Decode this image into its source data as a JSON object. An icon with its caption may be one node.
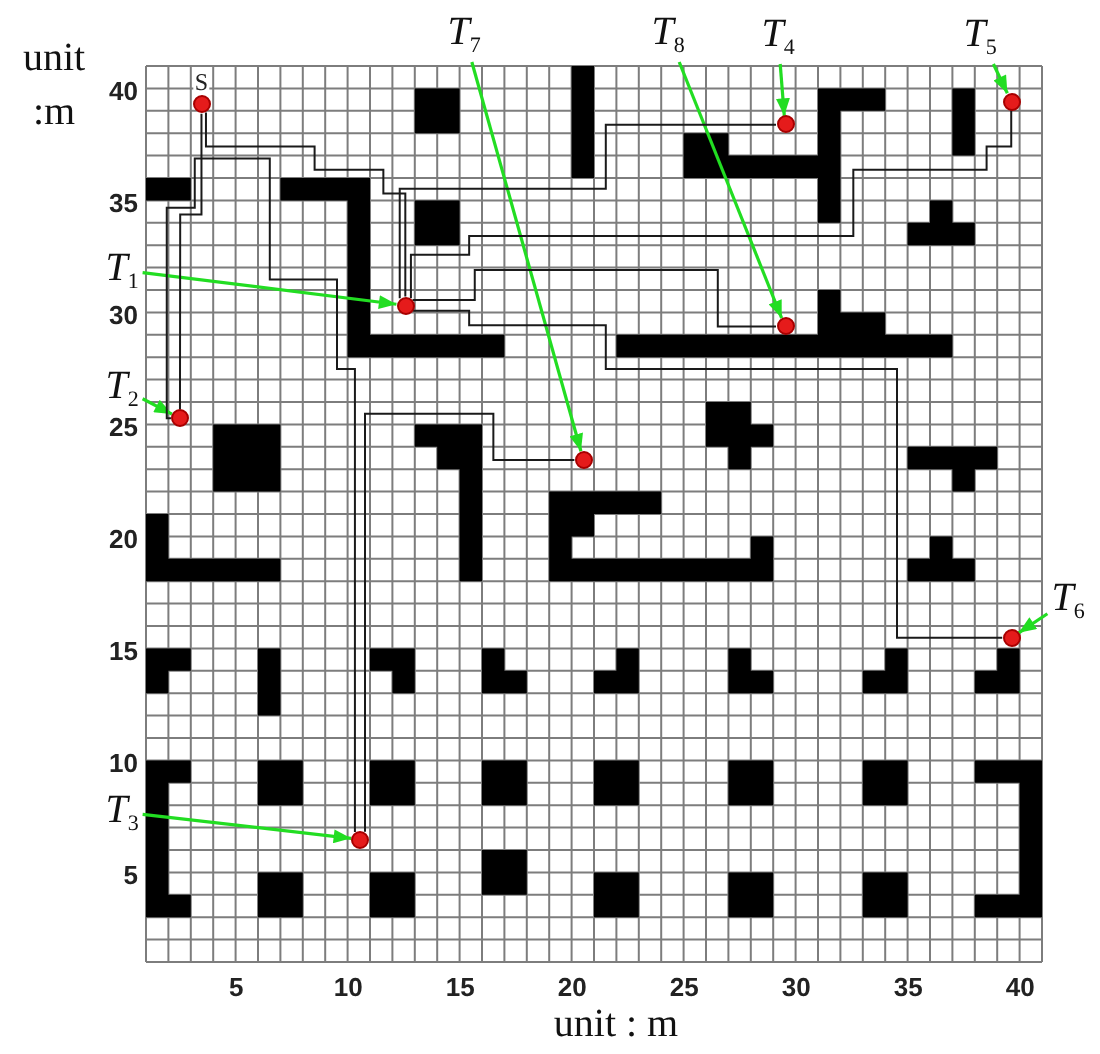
{
  "diagram": {
    "nodes": [
      {
        "text": [
          "T$_{7}$"
        ]
      },
      {
        "text": [
          "T$_{8}$"
        ]
      },
      {
        "text": [
          "T$_{4}$"
        ]
      },
      {
        "text": [
          "T$_{5}$"
        ]
      },
      {
        "text": [],
        "shape": "circle",
        "beside": [
          "S"
        ]
      },
      {
        "text": [],
        "shape": "circle"
      },
      {
        "text": [],
        "shape": "circle"
      },
      {
        "text": [
          "T$_{1}$"
        ]
      },
      {
        "text": [],
        "shape": "circle"
      },
      {
        "text": [],
        "shape": "circle"
      },
      {
        "text": [
          "T$_{2}$"
        ]
      },
      {
        "text": [],
        "shape": "circle"
      },
      {
        "text": [],
        "shape": "circle"
      },
      {
        "text": [
          "T$_{6}$"
        ]
      },
      {
        "text": [],
        "shape": "circle"
      },
      {
        "text": [
          "T$_{3}$"
        ]
      },
      {
        "text": [],
        "shape": "circle"
      }
    ],
    "edges": [
      {
        "from": 0,
        "to": 12,
        "arrow": "to",
        "color": "#22dd22"
      },
      {
        "from": 1,
        "to": 9,
        "arrow": "to",
        "color": "#22dd22"
      },
      {
        "from": 2,
        "to": 6,
        "arrow": "to",
        "color": "#22dd22"
      },
      {
        "from": 3,
        "to": 5,
        "arrow": "to",
        "color": "#22dd22"
      },
      {
        "from": 7,
        "to": 8,
        "arrow": "to",
        "color": "#22dd22"
      },
      {
        "from": 10,
        "to": 11,
        "arrow": "to",
        "color": "#22dd22"
      },
      {
        "from": 13,
        "to": 14,
        "arrow": "to",
        "color": "#22dd22"
      },
      {
        "from": 15,
        "to": 16,
        "arrow": "to",
        "color": "#22dd22"
      },
      {
        "from": 4,
        "to": 11,
        "arrow": "none",
        "color": "#1a1a1a"
      },
      {
        "from": 4,
        "to": 8,
        "arrow": "none",
        "color": "#1a1a1a"
      },
      {
        "from": 11,
        "to": 16,
        "arrow": "none",
        "color": "#1a1a1a"
      },
      {
        "from": 16,
        "to": 12,
        "arrow": "none",
        "color": "#1a1a1a"
      },
      {
        "from": 8,
        "to": 6,
        "arrow": "none",
        "color": "#1a1a1a"
      },
      {
        "from": 8,
        "to": 5,
        "arrow": "none",
        "color": "#1a1a1a"
      },
      {
        "from": 8,
        "to": 9,
        "arrow": "none",
        "color": "#1a1a1a"
      },
      {
        "from": 8,
        "to": 14,
        "arrow": "none",
        "color": "#1a1a1a"
      }
    ],
    "labels": [
      "unit :m",
      "40",
      "35",
      "30",
      "25",
      "20",
      "15",
      "10",
      "5",
      "5",
      "10",
      "15",
      "20",
      "25",
      "30",
      "35",
      "40",
      "unit : m"
    ]
  }
}
